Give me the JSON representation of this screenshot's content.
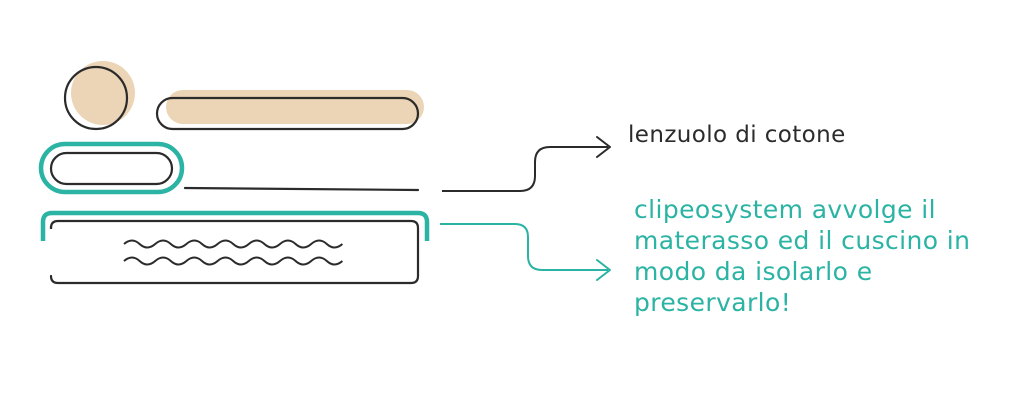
{
  "labels": {
    "sheet": "lenzuolo di cotone",
    "clipeosystem": "clipeosystem avvolge il materasso ed il cuscino in modo da isolarlo e preservarlo!"
  },
  "colors": {
    "ink": "#2b2b2b",
    "teal": "#2bb3a3",
    "beige": "#ecd5b6"
  },
  "icons": [
    "pillow-circle",
    "sheet-bar",
    "pillow-outline",
    "mattress",
    "wave-lines",
    "arrow-right"
  ]
}
